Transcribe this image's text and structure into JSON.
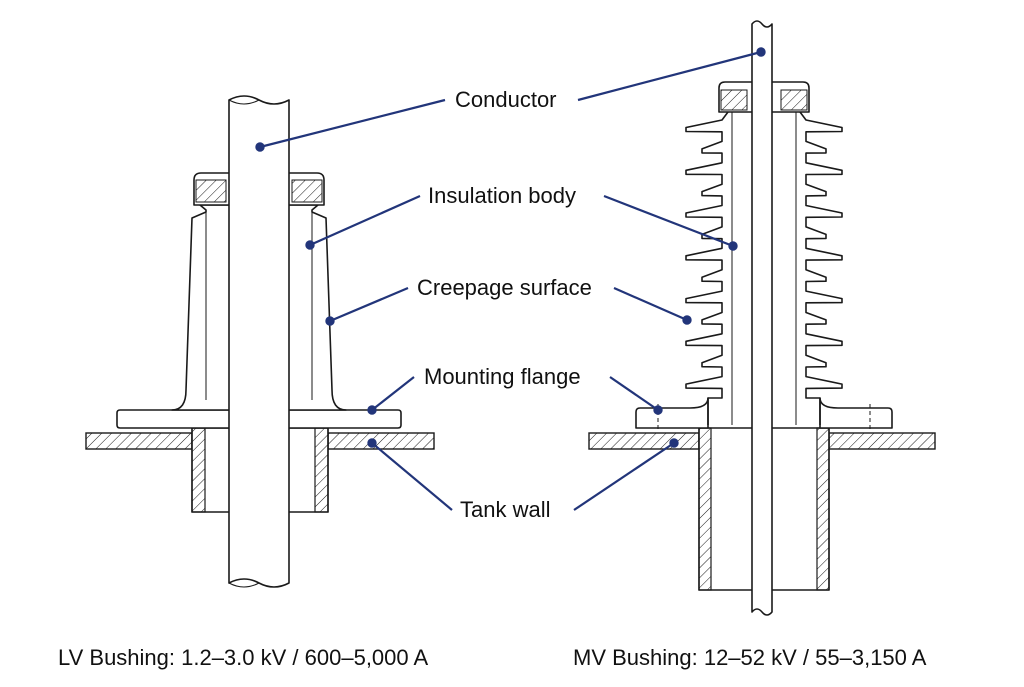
{
  "labels": {
    "conductor": "Conductor",
    "insulation_body": "Insulation body",
    "creepage_surface": "Creepage surface",
    "mounting_flange": "Mounting flange",
    "tank_wall": "Tank wall"
  },
  "captions": {
    "lv": "LV Bushing: 1.2–3.0 kV / 600–5,000 A",
    "mv": "MV Bushing: 12–52 kV / 55–3,150 A"
  },
  "colors": {
    "leader": "#22357a",
    "line": "#1a1a1a"
  }
}
